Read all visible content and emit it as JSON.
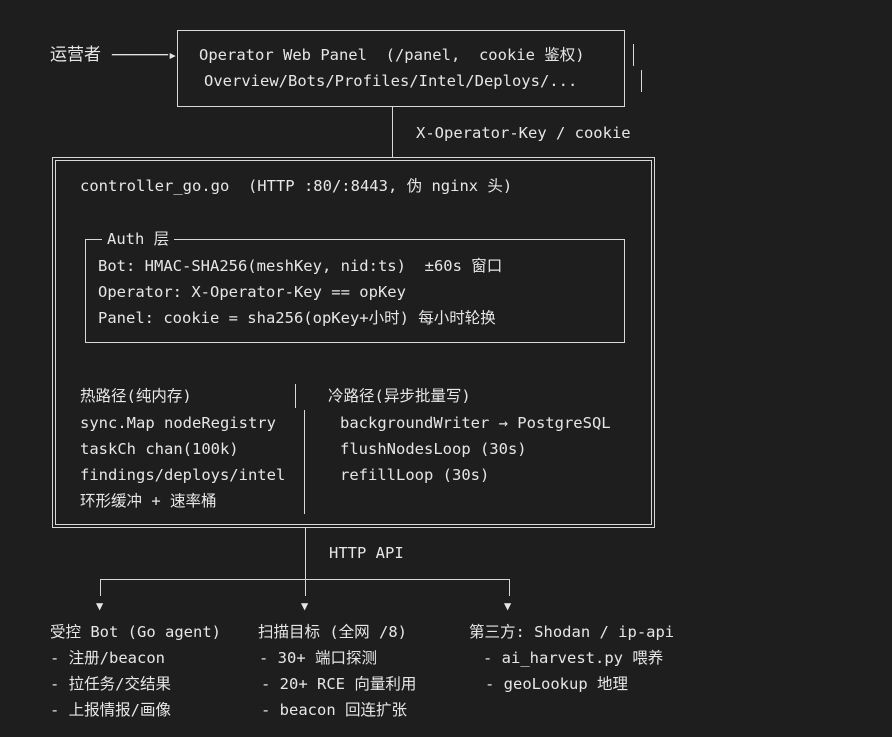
{
  "operator": {
    "label": "运营者",
    "arrow": "──────▸"
  },
  "panel": {
    "line1": "Operator Web Panel  (/panel,  cookie 鉴权)",
    "line2": "Overview/Bots/Profiles/Intel/Deploys/..."
  },
  "link_operator_key": "X-Operator-Key / cookie",
  "controller": {
    "title": "controller_go.go  (HTTP :80/:8443, 伪 nginx 头)",
    "auth": {
      "title": "Auth 层",
      "lines": [
        "Bot: HMAC-SHA256(meshKey, nid:ts)  ±60s 窗口",
        "Operator: X-Operator-Key == opKey",
        "Panel: cookie = sha256(opKey+小时) 每小时轮换"
      ]
    },
    "hot": {
      "title": "热路径(纯内存)",
      "items": [
        "sync.Map nodeRegistry",
        "taskCh chan(100k)",
        "findings/deploys/intel",
        "环形缓冲 + 速率桶"
      ]
    },
    "cold": {
      "title": "冷路径(异步批量写)",
      "items": [
        "backgroundWriter → PostgreSQL",
        "flushNodesLoop (30s)",
        "refillLoop (30s)"
      ]
    }
  },
  "link_http_api": "HTTP API",
  "targets": [
    {
      "title": "受控 Bot (Go agent)",
      "items": [
        "- 注册/beacon",
        "- 拉任务/交结果",
        "- 上报情报/画像"
      ]
    },
    {
      "title": "扫描目标 (全网 /8)",
      "items": [
        "- 30+ 端口探测",
        "- 20+ RCE 向量利用",
        "- beacon 回连扩张"
      ]
    },
    {
      "title": "第三方: Shodan / ip-api",
      "items": [
        "- ai_harvest.py 喂养",
        "- geoLookup 地理"
      ]
    }
  ]
}
